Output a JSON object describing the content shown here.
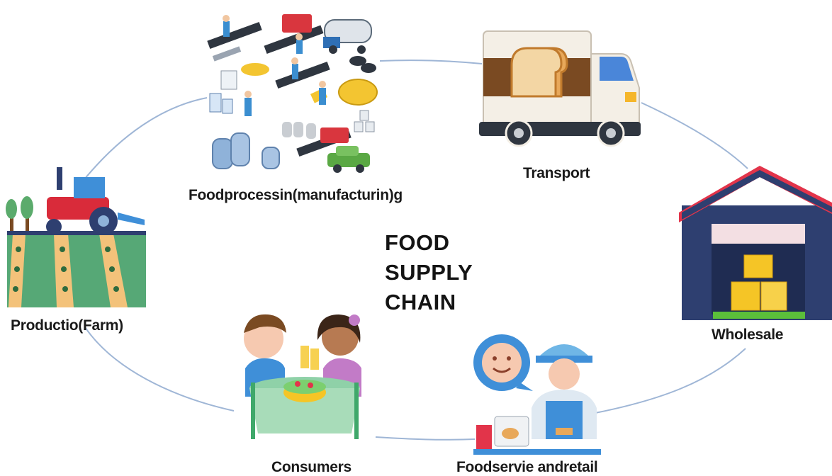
{
  "title_lines": [
    "FOOD",
    "SUPPLY",
    "CHAIN"
  ],
  "stages": {
    "processing": "Foodprocessin(manufacturin)g",
    "transport": "Transport",
    "wholesale": "Wholesale",
    "retail": "Foodservie andretail",
    "consumers": "Consumers",
    "production": "Productio(Farm)"
  },
  "icons": {
    "processing": "food-factory-icon",
    "transport": "bread-delivery-truck-icon",
    "wholesale": "warehouse-icon",
    "retail": "food-service-counter-icon",
    "consumers": "children-eating-icon",
    "production": "tractor-farm-icon"
  },
  "colors": {
    "cycle_line": "#9fb6d6",
    "warehouse_roof": "#e2344a",
    "warehouse_wall": "#2e3f70",
    "boxes": "#f5c526",
    "truck_band": "#7a4a22",
    "field": "#56a876",
    "tractor": "#d92b3a"
  }
}
